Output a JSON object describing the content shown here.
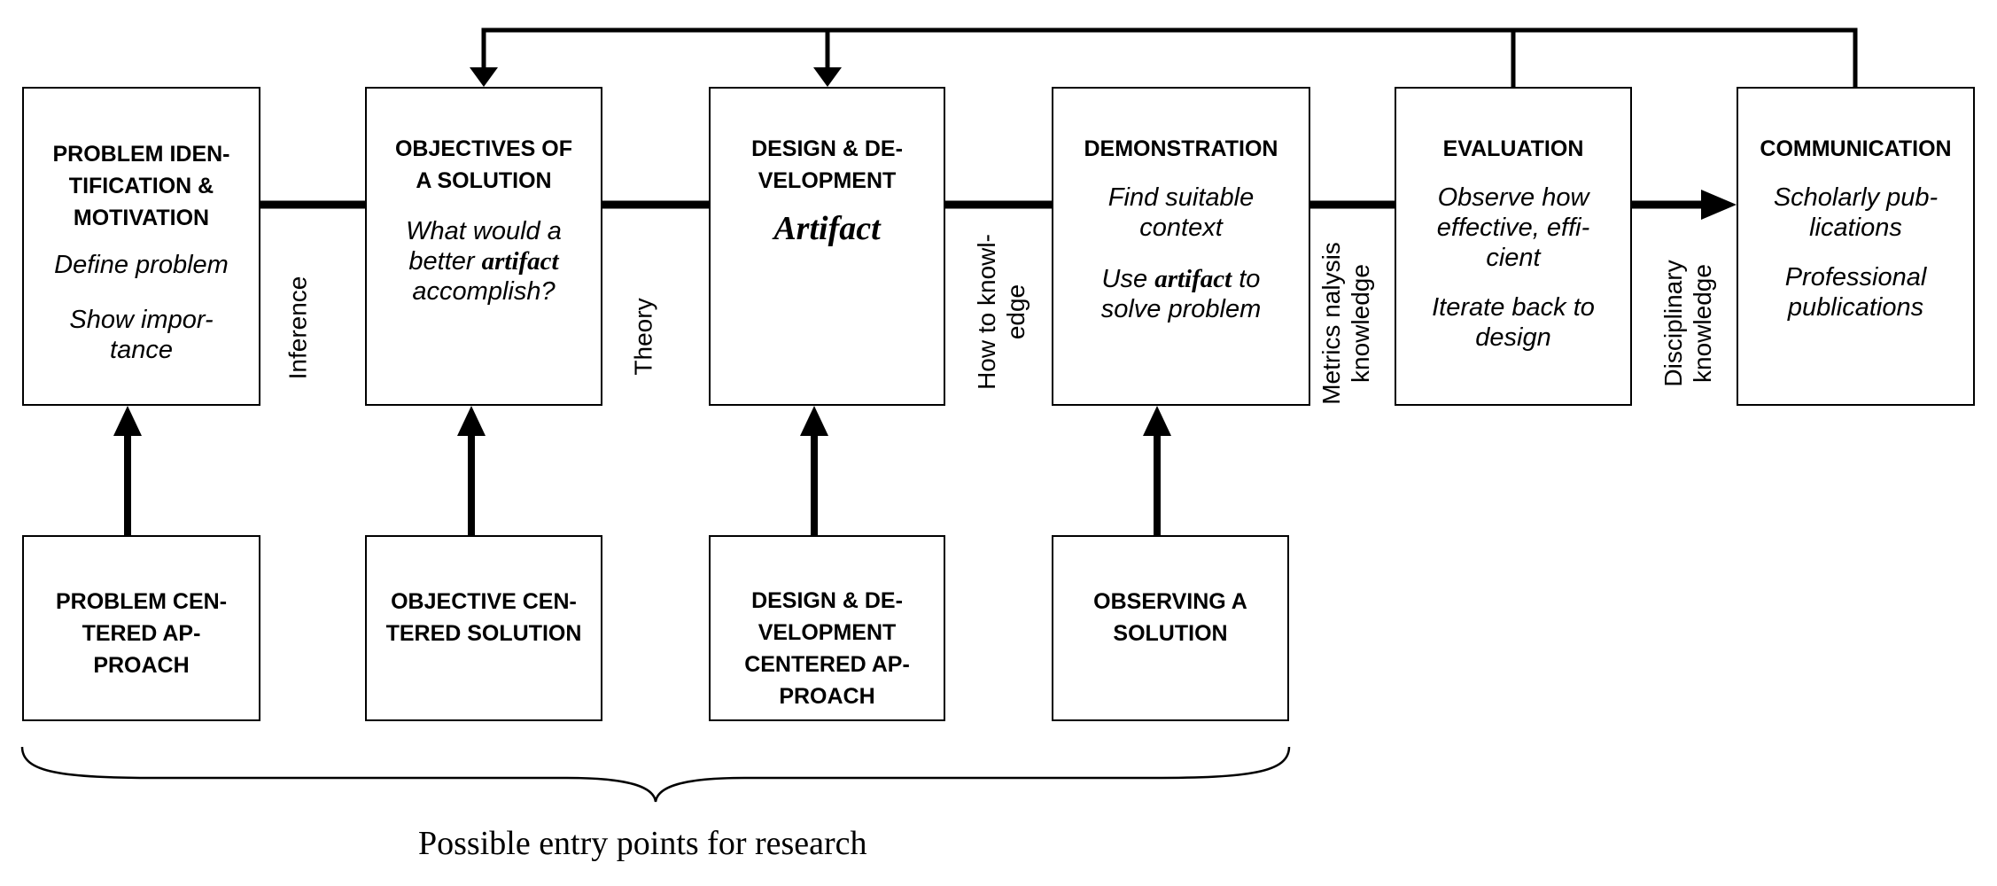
{
  "process_steps": [
    {
      "title": "PROBLEM IDEN-\nTIFICATION &\nMOTIVATION",
      "lines": [
        "Define problem",
        "Show impor-\ntance"
      ]
    },
    {
      "title": "OBJECTIVES OF\nA SOLUTION",
      "lines": [
        "What would a\nbetter ",
        "artifact",
        "\naccomplish?"
      ]
    },
    {
      "title": "DESIGN & DE-\nVELOPMENT",
      "highlight": "Artifact"
    },
    {
      "title": "DEMONSTRATION",
      "lines": [
        "Find suitable\ncontext",
        "Use ",
        "artifact",
        " to\nsolve problem"
      ]
    },
    {
      "title": "EVALUATION",
      "lines": [
        "Observe how\neffective, effi-\ncient",
        "Iterate back to\ndesign"
      ]
    },
    {
      "title": "COMMUNICATION",
      "lines": [
        "Scholarly pub-\nlications",
        "Professional\npublications"
      ]
    }
  ],
  "connector_labels": {
    "inference": "Inference",
    "theory": "Theory",
    "how_to_knowledge": "How to knowl-\nedge",
    "metrics": "Metrics nalysis\nknowledge",
    "disciplinary": "Disciplinary\nknowledge"
  },
  "entry_points": [
    "PROBLEM CEN-\nTERED AP-\nPROACH",
    "OBJECTIVE CEN-\nTERED SOLUTION",
    "DESIGN & DE-\nVELOPMENT\nCENTERED AP-\nPROACH",
    "OBSERVING A\nSOLUTION"
  ],
  "caption": "Possible entry points for research"
}
